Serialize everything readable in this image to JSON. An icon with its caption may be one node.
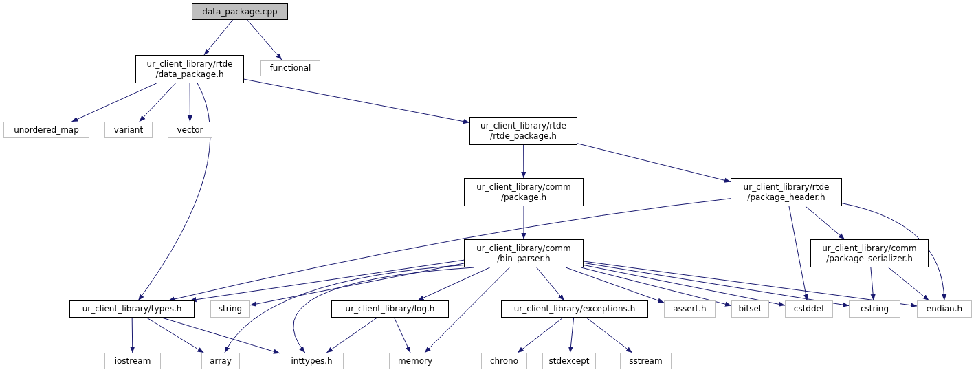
{
  "diagram": {
    "nodes": [
      {
        "text": [
          "data_package.cpp"
        ]
      },
      {
        "text": [
          "ur_client_library/rtde /data_package.h"
        ]
      },
      {
        "text": [
          "functional"
        ]
      },
      {
        "text": [
          "unordered_map"
        ]
      },
      {
        "text": [
          "variant"
        ]
      },
      {
        "text": [
          "vector"
        ]
      },
      {
        "text": [
          "ur_client_library/rtde /rtde_package.h"
        ]
      },
      {
        "text": [
          "ur_client_library/comm /package.h"
        ]
      },
      {
        "text": [
          "ur_client_library/rtde /package_header.h"
        ]
      },
      {
        "text": [
          "ur_client_library/comm /bin_parser.h"
        ]
      },
      {
        "text": [
          "ur_client_library/comm /package_serializer.h"
        ]
      },
      {
        "text": [
          "ur_client_library/types.h"
        ]
      },
      {
        "text": [
          "string"
        ]
      },
      {
        "text": [
          "ur_client_library/log.h"
        ]
      },
      {
        "text": [
          "ur_client_library/exceptions.h"
        ]
      },
      {
        "text": [
          "assert.h"
        ]
      },
      {
        "text": [
          "bitset"
        ]
      },
      {
        "text": [
          "cstddef"
        ]
      },
      {
        "text": [
          "cstring"
        ]
      },
      {
        "text": [
          "endian.h"
        ]
      },
      {
        "text": [
          "iostream"
        ]
      },
      {
        "text": [
          "array"
        ]
      },
      {
        "text": [
          "inttypes.h"
        ]
      },
      {
        "text": [
          "memory"
        ]
      },
      {
        "text": [
          "chrono"
        ]
      },
      {
        "text": [
          "stdexcept"
        ]
      },
      {
        "text": [
          "sstream"
        ]
      }
    ],
    "edges": [
      {
        "from": 0,
        "to": 1,
        "arrow": "to"
      },
      {
        "from": 0,
        "to": 2,
        "arrow": "to"
      },
      {
        "from": 1,
        "to": 3,
        "arrow": "to"
      },
      {
        "from": 1,
        "to": 4,
        "arrow": "to"
      },
      {
        "from": 1,
        "to": 5,
        "arrow": "to"
      },
      {
        "from": 1,
        "to": 11,
        "arrow": "to"
      },
      {
        "from": 1,
        "to": 6,
        "arrow": "to"
      },
      {
        "from": 6,
        "to": 7,
        "arrow": "to"
      },
      {
        "from": 6,
        "to": 8,
        "arrow": "to"
      },
      {
        "from": 7,
        "to": 9,
        "arrow": "to"
      },
      {
        "from": 8,
        "to": 11,
        "arrow": "to"
      },
      {
        "from": 8,
        "to": 17,
        "arrow": "to"
      },
      {
        "from": 8,
        "to": 10,
        "arrow": "to"
      },
      {
        "from": 8,
        "to": 19,
        "arrow": "to"
      },
      {
        "from": 10,
        "to": 18,
        "arrow": "to"
      },
      {
        "from": 10,
        "to": 19,
        "arrow": "to"
      },
      {
        "from": 9,
        "to": 11,
        "arrow": "to"
      },
      {
        "from": 9,
        "to": 12,
        "arrow": "to"
      },
      {
        "from": 9,
        "to": 21,
        "arrow": "to"
      },
      {
        "from": 9,
        "to": 22,
        "arrow": "to"
      },
      {
        "from": 9,
        "to": 13,
        "arrow": "to"
      },
      {
        "from": 9,
        "to": 23,
        "arrow": "to"
      },
      {
        "from": 9,
        "to": 14,
        "arrow": "to"
      },
      {
        "from": 9,
        "to": 15,
        "arrow": "to"
      },
      {
        "from": 9,
        "to": 16,
        "arrow": "to"
      },
      {
        "from": 9,
        "to": 17,
        "arrow": "to"
      },
      {
        "from": 9,
        "to": 18,
        "arrow": "to"
      },
      {
        "from": 9,
        "to": 19,
        "arrow": "to"
      },
      {
        "from": 11,
        "to": 20,
        "arrow": "to"
      },
      {
        "from": 11,
        "to": 21,
        "arrow": "to"
      },
      {
        "from": 11,
        "to": 22,
        "arrow": "to"
      },
      {
        "from": 13,
        "to": 22,
        "arrow": "to"
      },
      {
        "from": 13,
        "to": 23,
        "arrow": "to"
      },
      {
        "from": 14,
        "to": 24,
        "arrow": "to"
      },
      {
        "from": 14,
        "to": 25,
        "arrow": "to"
      },
      {
        "from": 14,
        "to": 26,
        "arrow": "to"
      }
    ]
  }
}
